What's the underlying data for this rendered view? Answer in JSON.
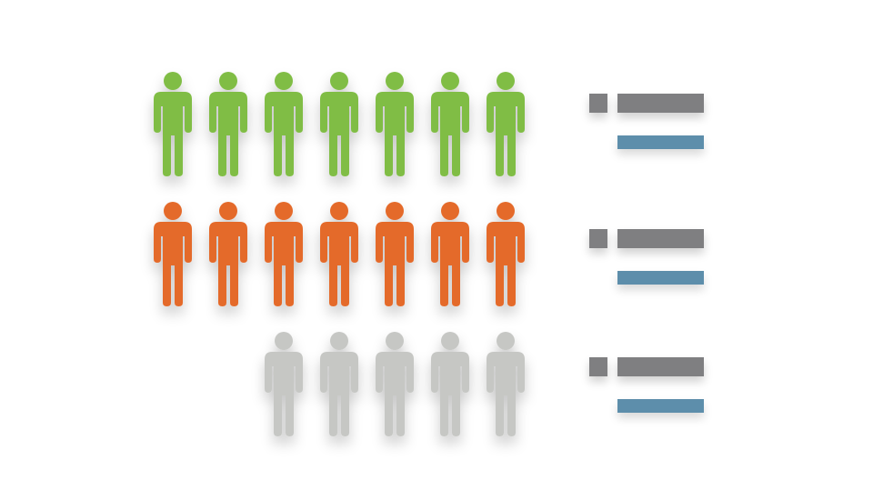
{
  "chart_data": {
    "type": "pictograph",
    "title": "",
    "series": [
      {
        "count": 7,
        "color": "#80bd45"
      },
      {
        "count": 7,
        "color": "#e46a2a"
      },
      {
        "count": 5,
        "color": "#c6c7c4"
      }
    ],
    "legend": {
      "placement": "right",
      "swatch_color": "#7f7f81",
      "value_bar_color": "#5d8eab"
    },
    "grid": false
  }
}
